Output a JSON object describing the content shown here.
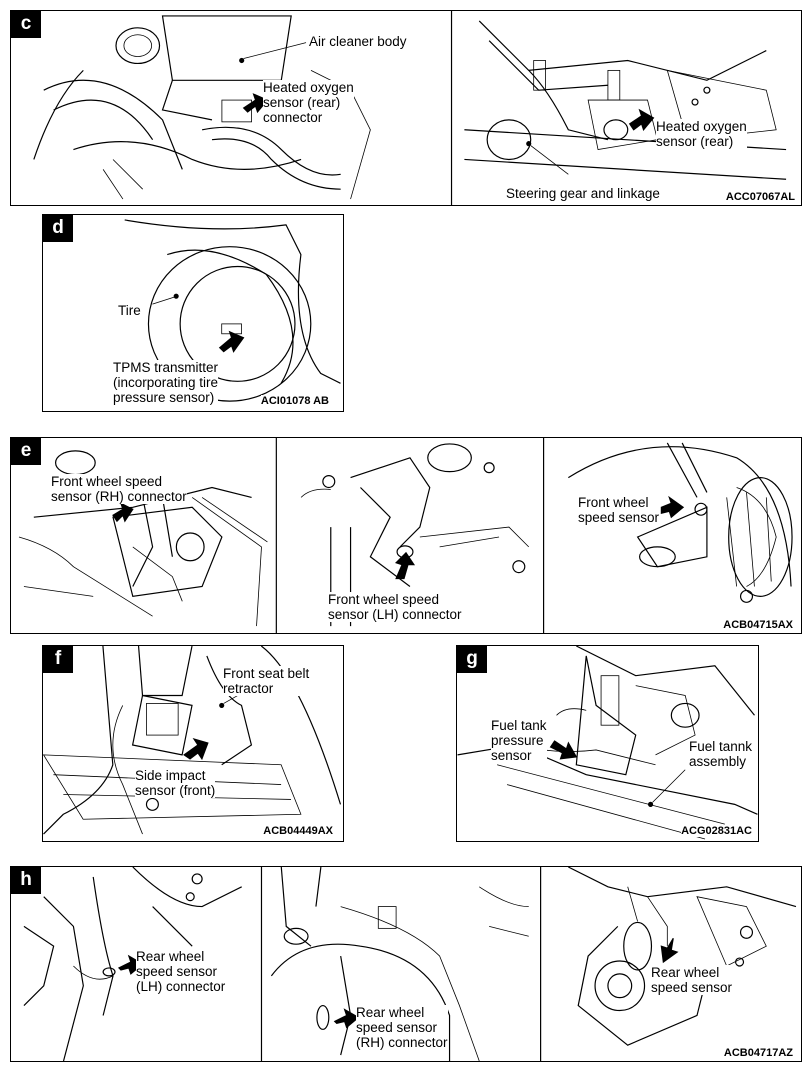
{
  "panel_c": {
    "tag": "c",
    "labels": {
      "air_cleaner": "Air cleaner body",
      "ho2s_rear_connector": [
        "Heated oxygen",
        "sensor (rear)",
        "connector"
      ],
      "ho2s_rear": [
        "Heated oxygen",
        "sensor (rear)"
      ],
      "steering_gear": "Steering gear and linkage"
    },
    "code": "ACC07067AL"
  },
  "panel_d": {
    "tag": "d",
    "labels": {
      "tire": "Tire",
      "tpms": [
        "TPMS transmitter",
        "(incorporating tire",
        "pressure sensor)"
      ]
    },
    "code": "ACI01078 AB"
  },
  "panel_e": {
    "tag": "e",
    "labels": {
      "fwss_rh_connector": [
        "Front wheel speed",
        "sensor (RH) connector"
      ],
      "fwss_lh_connector": [
        "Front wheel speed",
        "sensor (LH) connector"
      ],
      "fwss": [
        "Front wheel",
        "speed sensor"
      ]
    },
    "code": "ACB04715AX"
  },
  "panel_f": {
    "tag": "f",
    "labels": {
      "seat_belt_retractor": [
        "Front seat belt",
        "retractor"
      ],
      "side_impact_sensor": [
        "Side impact",
        "sensor (front)"
      ]
    },
    "code": "ACB04449AX"
  },
  "panel_g": {
    "tag": "g",
    "labels": {
      "fuel_tank_pressure_sensor": [
        "Fuel tank",
        "pressure",
        "sensor"
      ],
      "fuel_tank_assembly": [
        "Fuel tannk",
        "assembly"
      ]
    },
    "code": "ACG02831AC"
  },
  "panel_h": {
    "tag": "h",
    "labels": {
      "rwss_lh_connector": [
        "Rear wheel",
        "speed sensor",
        "(LH) connector"
      ],
      "rwss_rh_connector": [
        "Rear wheel",
        "speed sensor",
        "(RH) connector"
      ],
      "rwss": [
        "Rear wheel",
        "speed sensor"
      ]
    },
    "code": "ACB04717AZ"
  }
}
